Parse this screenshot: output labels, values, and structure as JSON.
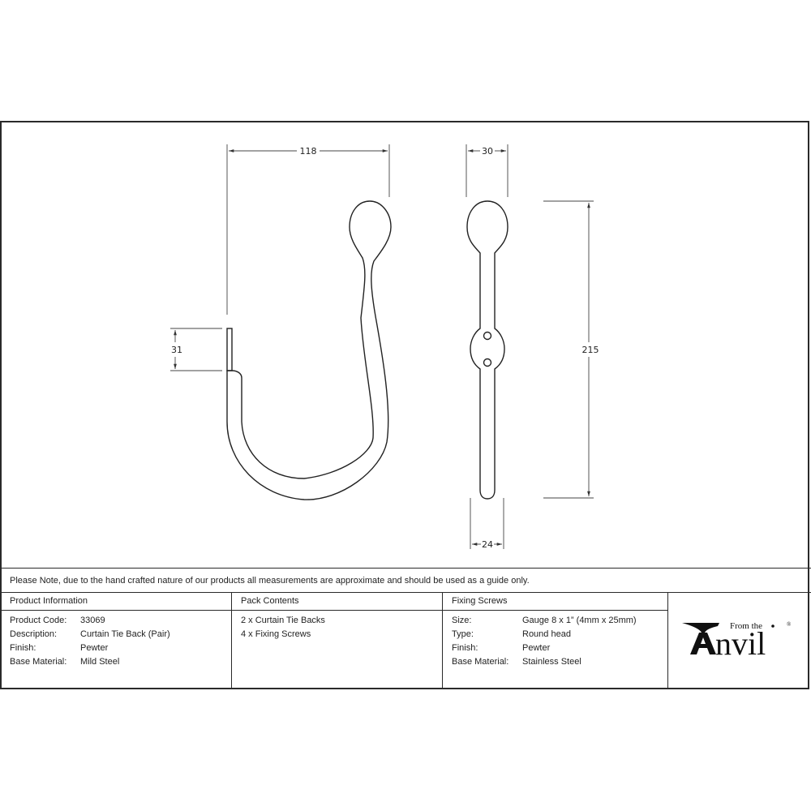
{
  "drawing": {
    "dimensions": {
      "side_width": "118",
      "front_width_top": "30",
      "front_height": "215",
      "front_width_bottom": "24",
      "plate_height": "31"
    }
  },
  "note": "Please Note, due to the hand crafted nature of our products all measurements are approximate and should be used as a guide only.",
  "product_information": {
    "heading": "Product Information",
    "rows": [
      {
        "label": "Product Code:",
        "value": "33069"
      },
      {
        "label": "Description:",
        "value": "Curtain Tie Back (Pair)"
      },
      {
        "label": "Finish:",
        "value": "Pewter"
      },
      {
        "label": "Base Material:",
        "value": "Mild Steel"
      }
    ]
  },
  "pack_contents": {
    "heading": "Pack Contents",
    "items": [
      "2 x Curtain Tie Backs",
      "4 x Fixing Screws"
    ]
  },
  "fixing_screws": {
    "heading": "Fixing Screws",
    "rows": [
      {
        "label": "Size:",
        "value": "Gauge 8 x 1” (4mm x 25mm)"
      },
      {
        "label": "Type:",
        "value": "Round head"
      },
      {
        "label": "Finish:",
        "value": "Pewter"
      },
      {
        "label": "Base Material:",
        "value": "Stainless Steel"
      }
    ]
  },
  "logo": {
    "small_text": "From the",
    "big_text": "nvil",
    "mark": "®"
  },
  "colors": {
    "line": "#2a2a2a",
    "dim_line": "#444444",
    "background": "#ffffff"
  }
}
